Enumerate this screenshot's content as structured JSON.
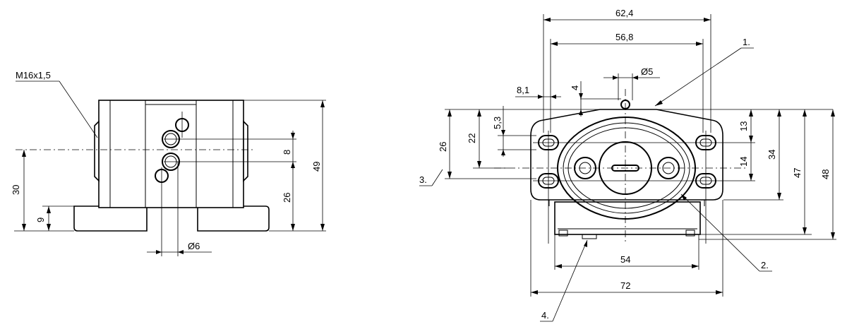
{
  "dimensions": {
    "left": {
      "thread": "M16x1,5",
      "d30": "30",
      "d9": "9",
      "d8": "8",
      "d26": "26",
      "d49": "49",
      "dia6": "Ø6"
    },
    "right": {
      "d62_4": "62,4",
      "d56_8": "56,8",
      "dia5": "Ø5",
      "d8_1": "8,1",
      "d4": "4",
      "d5_3": "5,3",
      "d22": "22",
      "d26": "26",
      "d13": "13",
      "d14": "14",
      "d34": "34",
      "d47": "47",
      "d48": "48",
      "d54": "54",
      "d72": "72"
    }
  },
  "callouts": {
    "c1": "1.",
    "c2": "2.",
    "c3": "3.",
    "c4": "4."
  }
}
